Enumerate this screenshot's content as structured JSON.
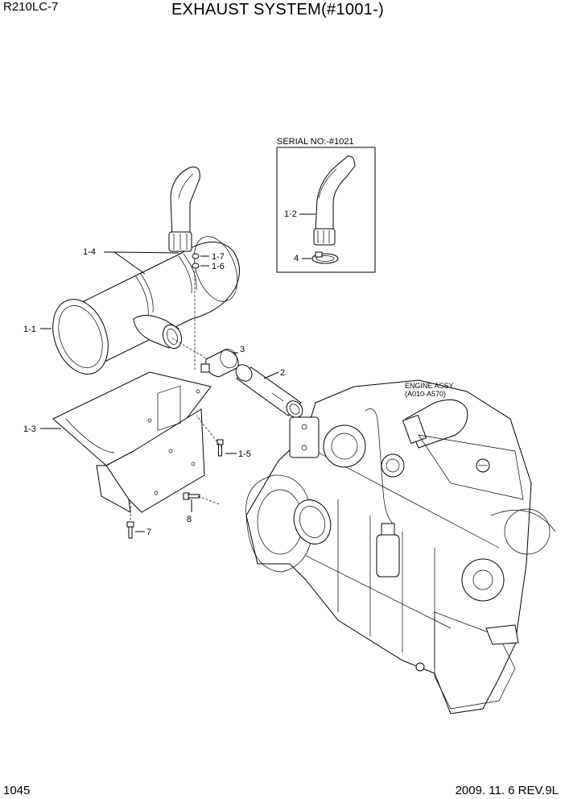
{
  "header": {
    "model": "R210LC-7",
    "title": "EXHAUST SYSTEM(#1001-)"
  },
  "footer": {
    "page_number": "1045",
    "date_revision": "2009. 11. 6  REV.9L"
  },
  "inset": {
    "caption": "SERIAL NO:-#1021"
  },
  "engine_note": {
    "line1": "ENGINE ASSY",
    "line2": "(A010-A570)"
  },
  "callouts": {
    "c1_1": "1-1",
    "c1_2": "1-2",
    "c1_3": "1-3",
    "c1_4": "1-4",
    "c1_5": "1-5",
    "c1_6": "1-6",
    "c1_7": "1-7",
    "c2": "2",
    "c3": "3",
    "c4": "4",
    "c7": "7",
    "c8": "8"
  }
}
